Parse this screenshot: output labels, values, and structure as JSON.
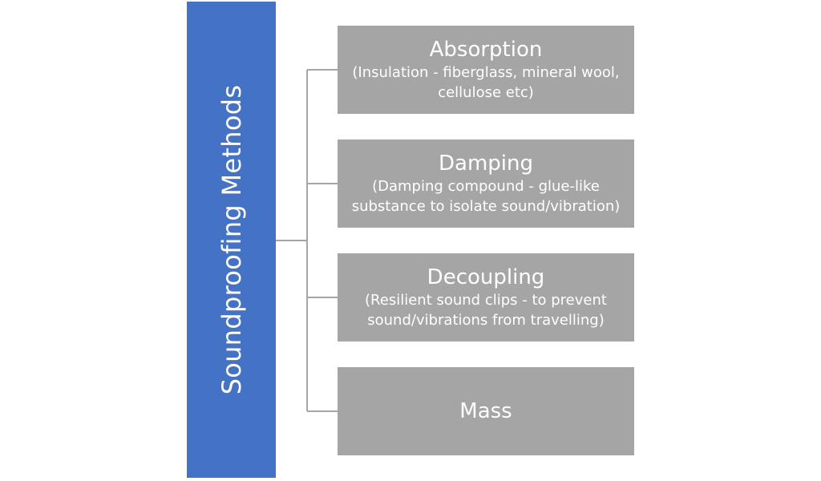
{
  "root": {
    "label": "Soundproofing Methods"
  },
  "children": [
    {
      "title": "Absorption",
      "desc": "(Insulation - fiberglass, mineral wool, cellulose etc)"
    },
    {
      "title": "Damping",
      "desc": "(Damping compound - glue-like substance to isolate sound/vibration)"
    },
    {
      "title": "Decoupling",
      "desc": "(Resilient sound clips - to prevent sound/vibrations from travelling)"
    },
    {
      "title": "Mass",
      "desc": ""
    }
  ],
  "colors": {
    "root_fill": "#4472c4",
    "child_fill": "#a5a5a5",
    "connector": "#a5a5a5",
    "text": "#ffffff"
  }
}
